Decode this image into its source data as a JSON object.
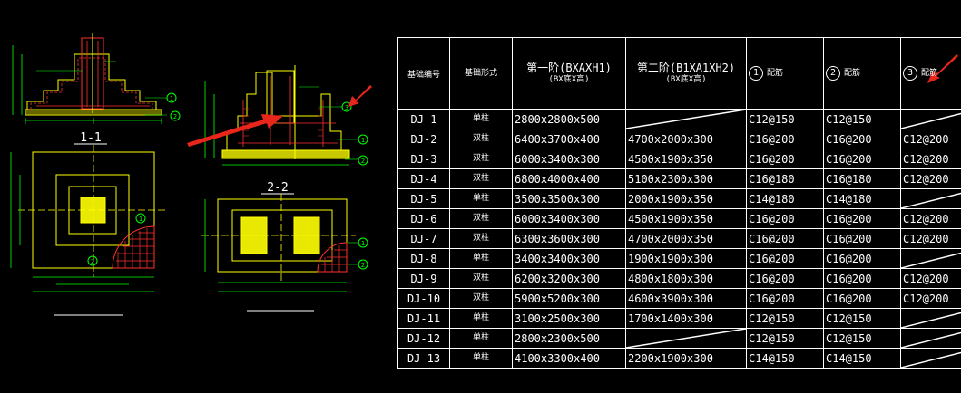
{
  "drawing": {
    "section_1_label": "1-1",
    "section_2_label": "2-2",
    "circle_1": "1",
    "circle_2": "2",
    "circle_3": "3"
  },
  "table": {
    "header": {
      "id": "基础编号",
      "type": "基础形式",
      "dim1_main": "第一阶(BXAXH1)",
      "dim1_sub": "(BX底X高)",
      "dim2_main": "第二阶(B1XA1XH2)",
      "dim2_sub": "(BX底X高)",
      "rebar1_num": "1",
      "rebar1_label": "配筋",
      "rebar2_num": "2",
      "rebar2_label": "配筋",
      "rebar3_num": "3",
      "rebar3_label": "配筋"
    },
    "rows": [
      {
        "id": "DJ-1",
        "type": "单柱",
        "dim1": "2800x2800x500",
        "dim2": "",
        "r1": "C12@150",
        "r2": "C12@150",
        "r3": ""
      },
      {
        "id": "DJ-2",
        "type": "双柱",
        "dim1": "6400x3700x400",
        "dim2": "4700x2000x300",
        "r1": "C16@200",
        "r2": "C16@200",
        "r3": "C12@200"
      },
      {
        "id": "DJ-3",
        "type": "双柱",
        "dim1": "6000x3400x300",
        "dim2": "4500x1900x350",
        "r1": "C16@200",
        "r2": "C16@200",
        "r3": "C12@200"
      },
      {
        "id": "DJ-4",
        "type": "双柱",
        "dim1": "6800x4000x400",
        "dim2": "5100x2300x300",
        "r1": "C16@180",
        "r2": "C16@180",
        "r3": "C12@200"
      },
      {
        "id": "DJ-5",
        "type": "单柱",
        "dim1": "3500x3500x300",
        "dim2": "2000x1900x350",
        "r1": "C14@180",
        "r2": "C14@180",
        "r3": ""
      },
      {
        "id": "DJ-6",
        "type": "双柱",
        "dim1": "6000x3400x300",
        "dim2": "4500x1900x350",
        "r1": "C16@200",
        "r2": "C16@200",
        "r3": "C12@200"
      },
      {
        "id": "DJ-7",
        "type": "双柱",
        "dim1": "6300x3600x300",
        "dim2": "4700x2000x350",
        "r1": "C16@200",
        "r2": "C16@200",
        "r3": "C12@200"
      },
      {
        "id": "DJ-8",
        "type": "单柱",
        "dim1": "3400x3400x300",
        "dim2": "1900x1900x300",
        "r1": "C16@200",
        "r2": "C16@200",
        "r3": ""
      },
      {
        "id": "DJ-9",
        "type": "双柱",
        "dim1": "6200x3200x300",
        "dim2": "4800x1800x300",
        "r1": "C16@200",
        "r2": "C16@200",
        "r3": "C12@200"
      },
      {
        "id": "DJ-10",
        "type": "双柱",
        "dim1": "5900x5200x300",
        "dim2": "4600x3900x300",
        "r1": "C16@200",
        "r2": "C16@200",
        "r3": "C12@200"
      },
      {
        "id": "DJ-11",
        "type": "单柱",
        "dim1": "3100x2500x300",
        "dim2": "1700x1400x300",
        "r1": "C12@150",
        "r2": "C12@150",
        "r3": ""
      },
      {
        "id": "DJ-12",
        "type": "单柱",
        "dim1": "2800x2300x500",
        "dim2": "",
        "r1": "C12@150",
        "r2": "C12@150",
        "r3": ""
      },
      {
        "id": "DJ-13",
        "type": "单柱",
        "dim1": "4100x3300x400",
        "dim2": "2200x1900x300",
        "r1": "C14@150",
        "r2": "C14@150",
        "r3": ""
      }
    ]
  },
  "colors": {
    "background": "#000000",
    "line": "#ffffff",
    "accent_green": "#00ff00",
    "accent_yellow": "#ffff00",
    "accent_red": "#ff0000",
    "arrow_red": "#e8261c"
  }
}
